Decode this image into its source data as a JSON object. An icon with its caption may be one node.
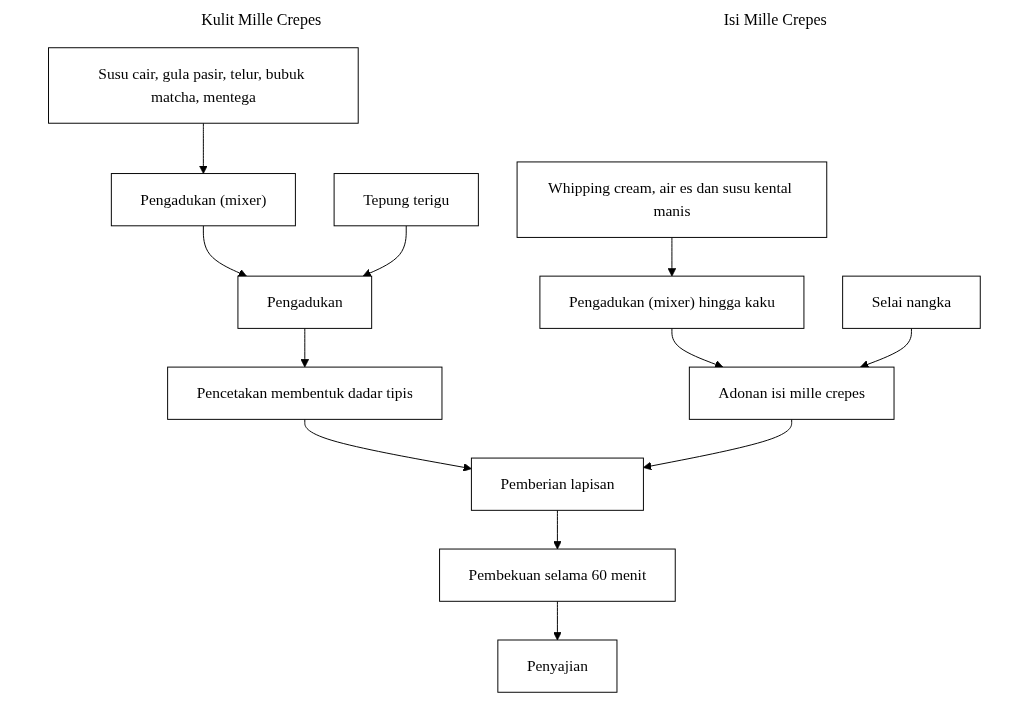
{
  "diagram": {
    "nodes": [
      {
        "text": [
          "Susu cair, gula pasir, telur, bubuk matcha, mentega"
        ]
      },
      {
        "text": [
          "Pengadukan (mixer)"
        ]
      },
      {
        "text": [
          "Tepung terigu"
        ]
      },
      {
        "text": [
          "Pengadukan"
        ]
      },
      {
        "text": [
          "Pencetakan membentuk dadar tipis"
        ]
      },
      {
        "text": [
          "Pemberian lapisan"
        ]
      },
      {
        "text": [
          "Pembekuan selama 60 menit"
        ]
      },
      {
        "text": [
          "Penyajian"
        ]
      },
      {
        "text": [
          "Whipping cream, air es dan susu kental manis"
        ]
      },
      {
        "text": [
          "Pengadukan (mixer) hingga kaku"
        ]
      },
      {
        "text": [
          "Selai nangka"
        ]
      },
      {
        "text": [
          "Adonan isi mille crepes"
        ]
      }
    ],
    "edges": [
      {
        "from": 0,
        "to": 1,
        "arrow": "to"
      },
      {
        "from": 1,
        "to": 3,
        "arrow": "to"
      },
      {
        "from": 2,
        "to": 3,
        "arrow": "to"
      },
      {
        "from": 3,
        "to": 4,
        "arrow": "to"
      },
      {
        "from": 4,
        "to": 5,
        "arrow": "to"
      },
      {
        "from": 5,
        "to": 6,
        "arrow": "to"
      },
      {
        "from": 6,
        "to": 7,
        "arrow": "to"
      },
      {
        "from": 8,
        "to": 9,
        "arrow": "to"
      },
      {
        "from": 9,
        "to": 11,
        "arrow": "to"
      },
      {
        "from": 10,
        "to": 11,
        "arrow": "to"
      },
      {
        "from": 11,
        "to": 5,
        "arrow": "to"
      }
    ],
    "labels": [
      "Kulit Mille Crepes",
      "Isi Mille Crepes"
    ]
  }
}
